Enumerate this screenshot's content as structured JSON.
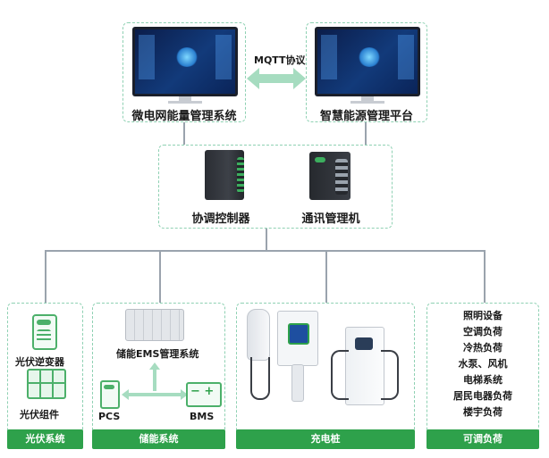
{
  "top": {
    "left_label": "微电网能量管理系统",
    "right_label": "智慧能源管理平台",
    "protocol": "MQTT协议"
  },
  "middle": {
    "device1": "协调控制器",
    "device2": "通讯管理机"
  },
  "pv": {
    "inverter": "光伏逆变器",
    "module": "光伏组件",
    "bar": "光伏系统"
  },
  "storage": {
    "ems": "储能EMS管理系统",
    "pcs": "PCS",
    "bms": "BMS",
    "bar": "储能系统"
  },
  "charger": {
    "bar": "充电桩"
  },
  "load": {
    "items": [
      "照明设备",
      "空调负荷",
      "冷热负荷",
      "水泵、风机",
      "电梯系统",
      "居民电器负荷",
      "楼宇负荷"
    ],
    "bar": "可调负荷"
  },
  "colors": {
    "accent": "#2ea14b",
    "border": "#8fd1b3",
    "arrow": "#a6dcc0"
  }
}
